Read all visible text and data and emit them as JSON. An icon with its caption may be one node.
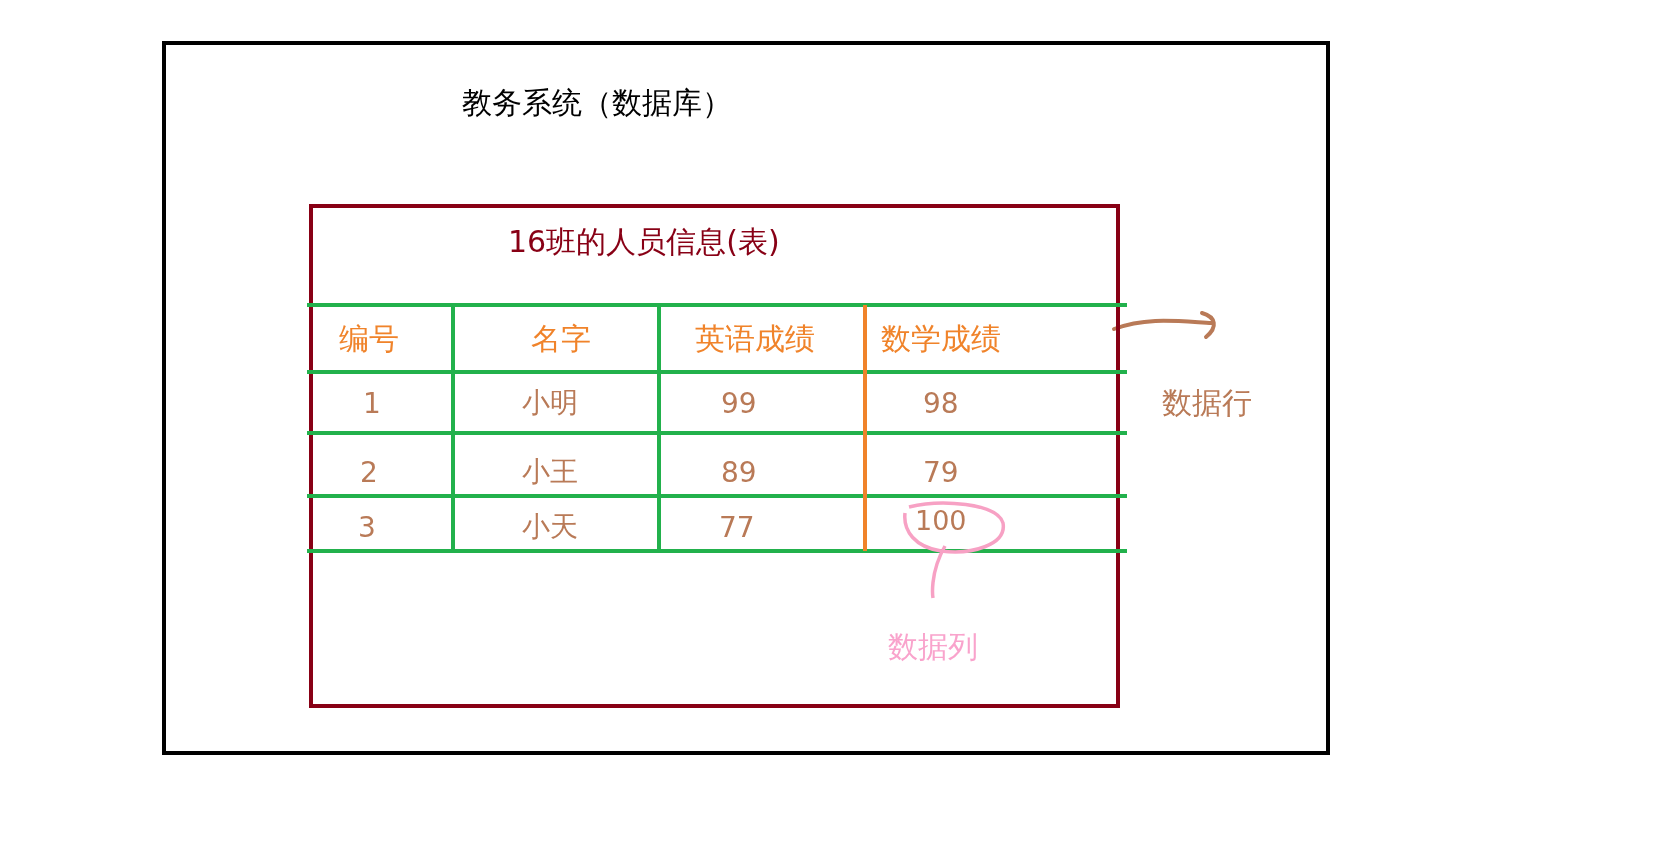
{
  "diagram": {
    "nodes": [
      {
        "text": [
          "教务系统（数据库）"
        ]
      },
      {
        "text": [
          "16班的人员信息(表)"
        ],
        "in": 0
      },
      {
        "text": [
          "100"
        ],
        "in": 1
      },
      {
        "text": [
          "数据列"
        ],
        "in": 1
      }
    ],
    "edges": [
      {
        "from": 2,
        "to": 3,
        "arrow": "none"
      }
    ],
    "labels": [
      "编号",
      "名字",
      "英语成绩",
      "数学成绩",
      "1",
      "小明",
      "99",
      "98",
      "2",
      "小王",
      "89",
      "79",
      "3",
      "小天",
      "77",
      "数据行"
    ]
  }
}
